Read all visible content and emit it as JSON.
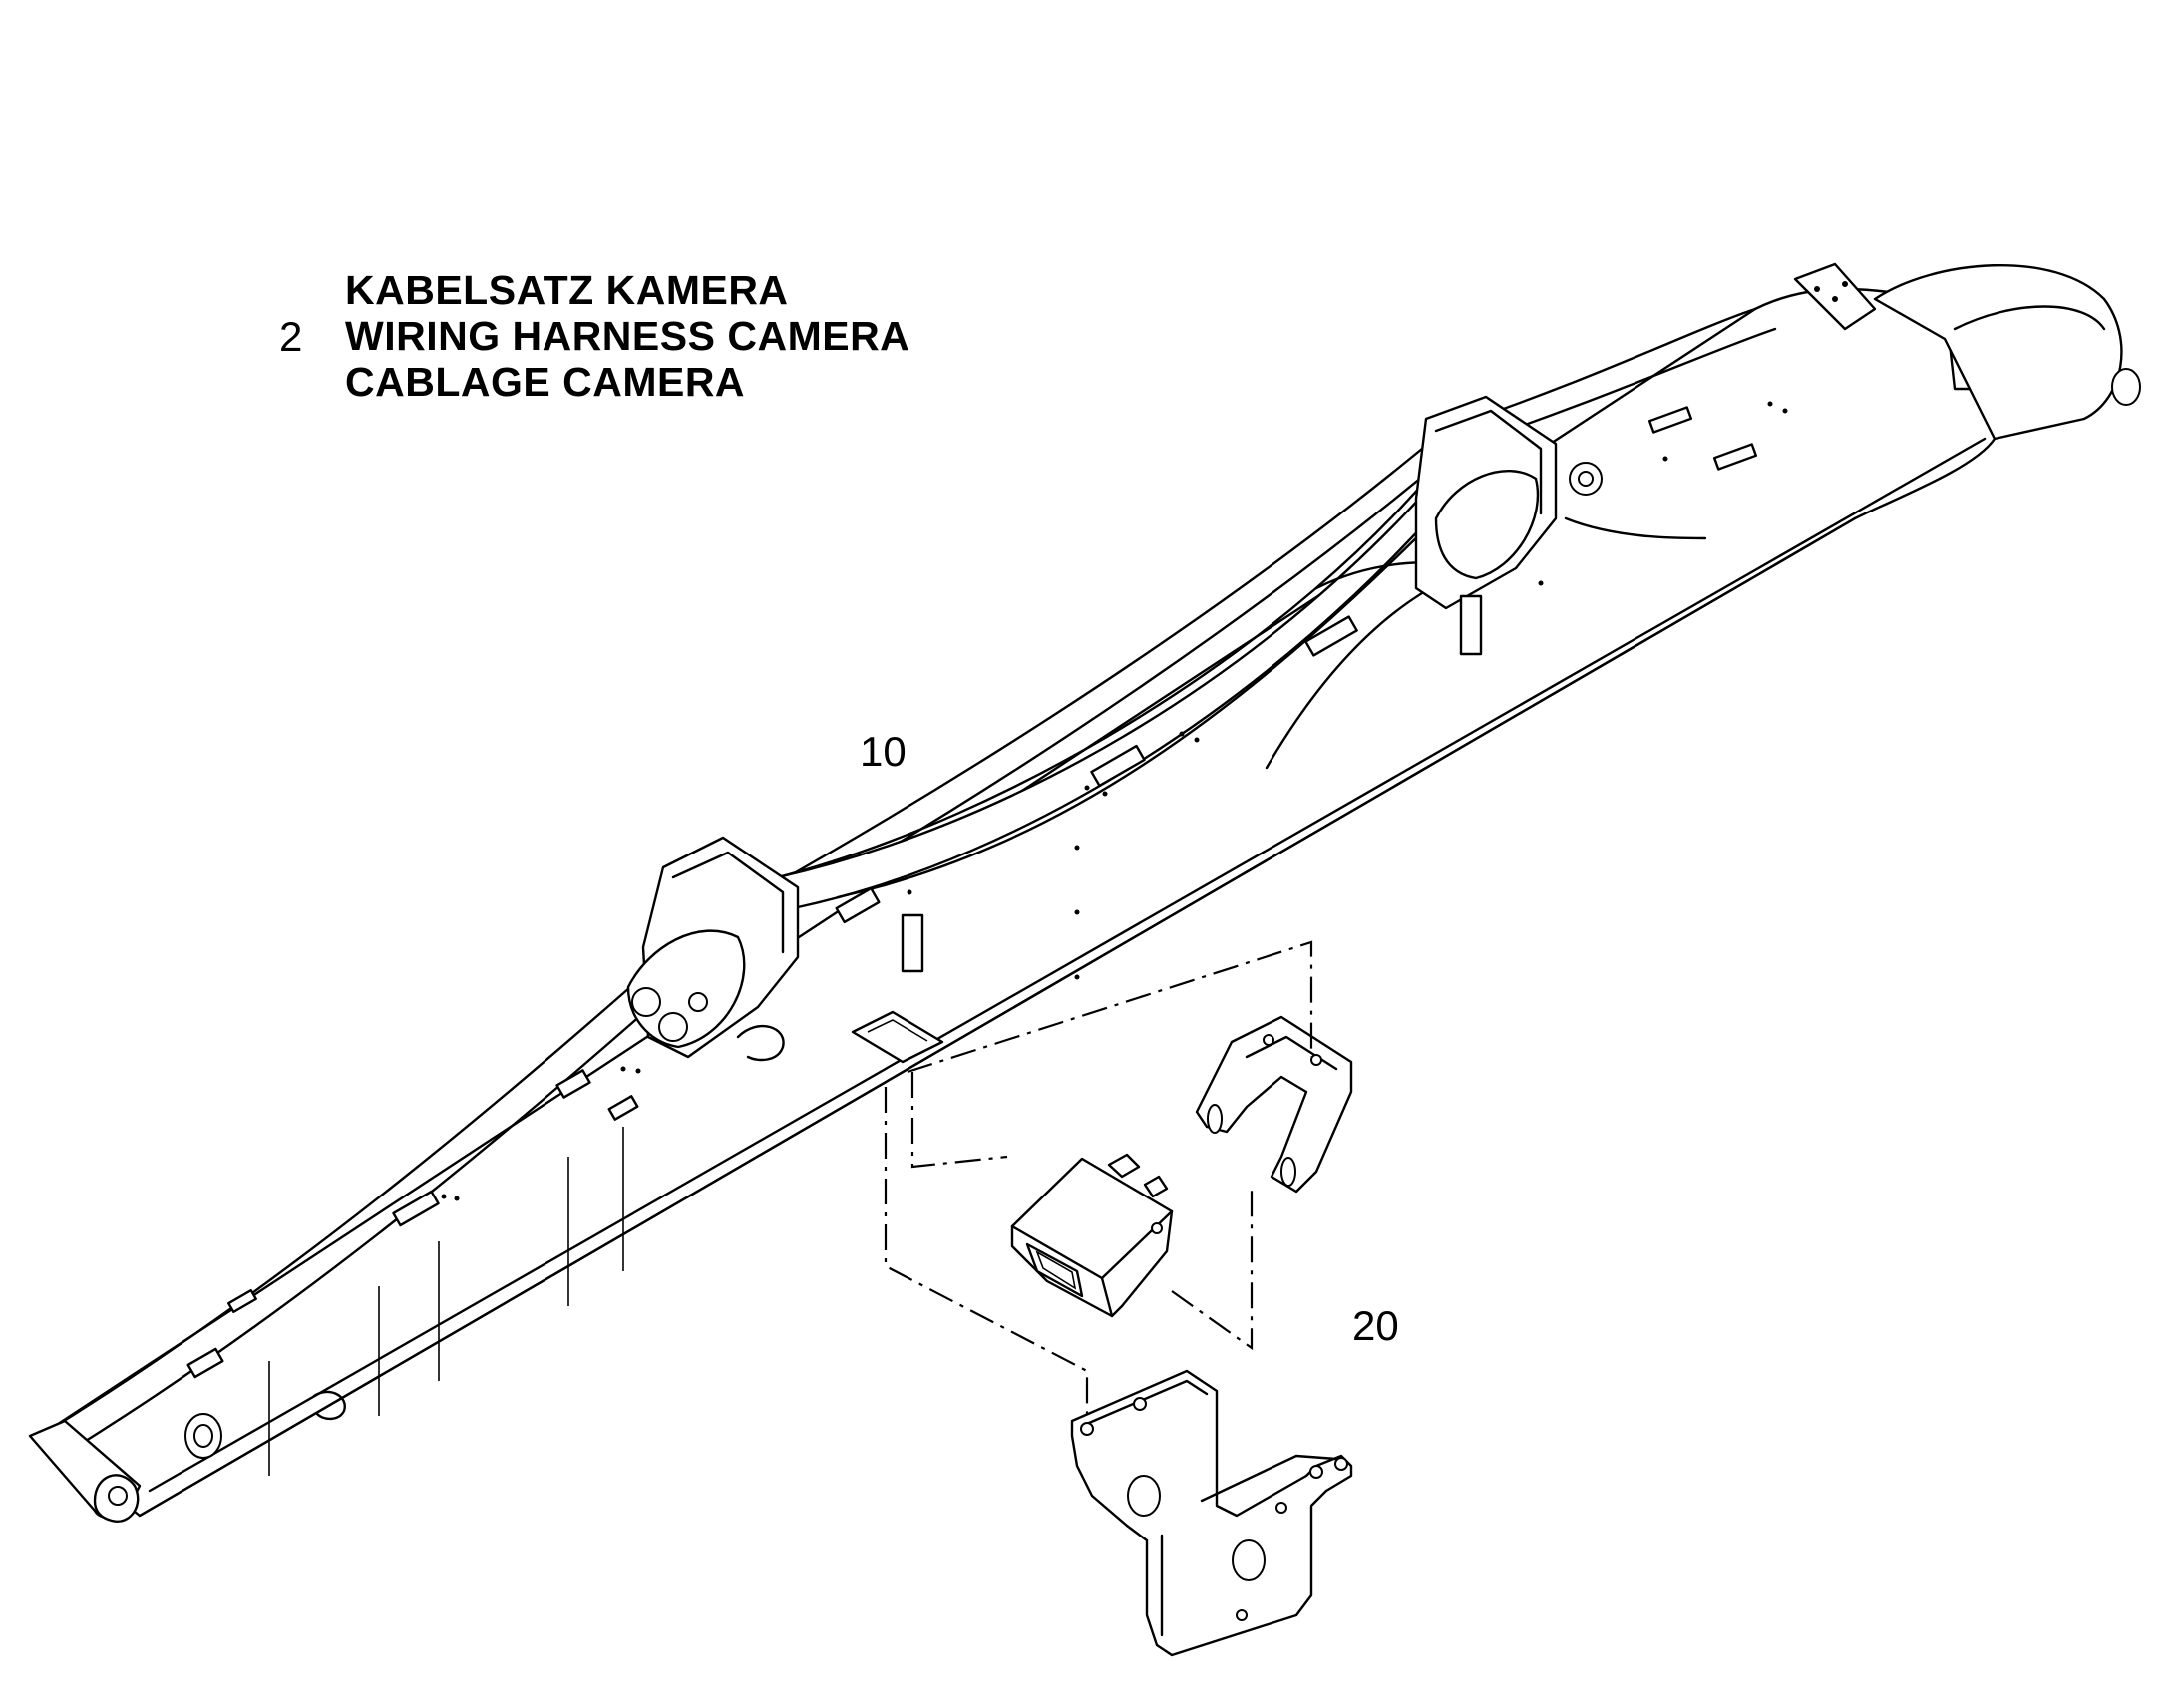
{
  "title": {
    "number": "2",
    "line_de": "KABELSATZ KAMERA",
    "line_en": "WIRING HARNESS CAMERA",
    "line_fr": "CABLAGE CAMERA"
  },
  "callouts": {
    "boom": "10",
    "camera_assembly": "20"
  }
}
